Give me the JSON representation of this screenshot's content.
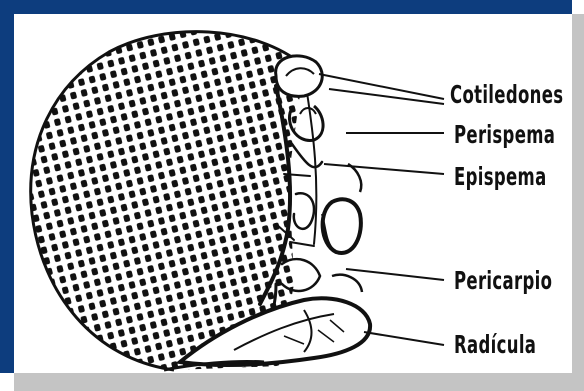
{
  "labels": {
    "cotiledones": "Cotiledones",
    "perispema": "Perispema",
    "epispema": "Epispema",
    "pericarpio": "Pericarpio",
    "radicula": "Radícula"
  },
  "colors": {
    "frame": "#0d3d7e",
    "shadow": "#c4c4c4",
    "ink": "#111111",
    "background": "#ffffff"
  }
}
